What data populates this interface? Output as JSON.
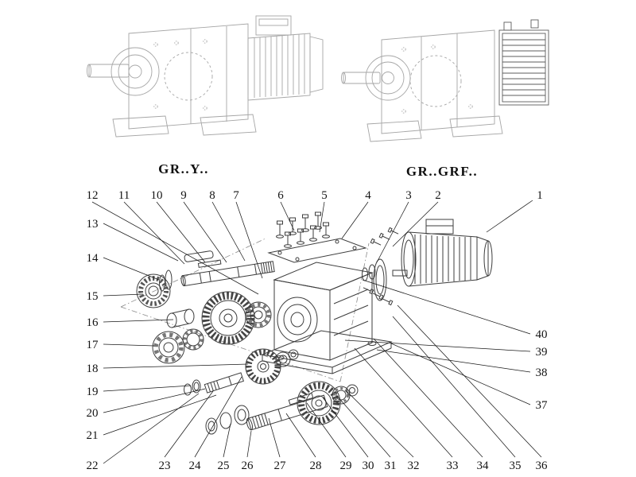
{
  "diagram_titles": {
    "left": "GR..Y..",
    "right": "GR..GRF.."
  },
  "callouts": {
    "c1": "1",
    "c2": "2",
    "c3": "3",
    "c4": "4",
    "c5": "5",
    "c6": "6",
    "c7": "7",
    "c8": "8",
    "c9": "9",
    "c10": "10",
    "c11": "11",
    "c12": "12",
    "c13": "13",
    "c14": "14",
    "c15": "15",
    "c16": "16",
    "c17": "17",
    "c18": "18",
    "c19": "19",
    "c20": "20",
    "c21": "21",
    "c22": "22",
    "c23": "23",
    "c24": "24",
    "c25": "25",
    "c26": "26",
    "c27": "27",
    "c28": "28",
    "c29": "29",
    "c30": "30",
    "c31": "31",
    "c32": "32",
    "c33": "33",
    "c34": "34",
    "c35": "35",
    "c36": "36",
    "c37": "37",
    "c38": "38",
    "c39": "39",
    "c40": "40"
  }
}
